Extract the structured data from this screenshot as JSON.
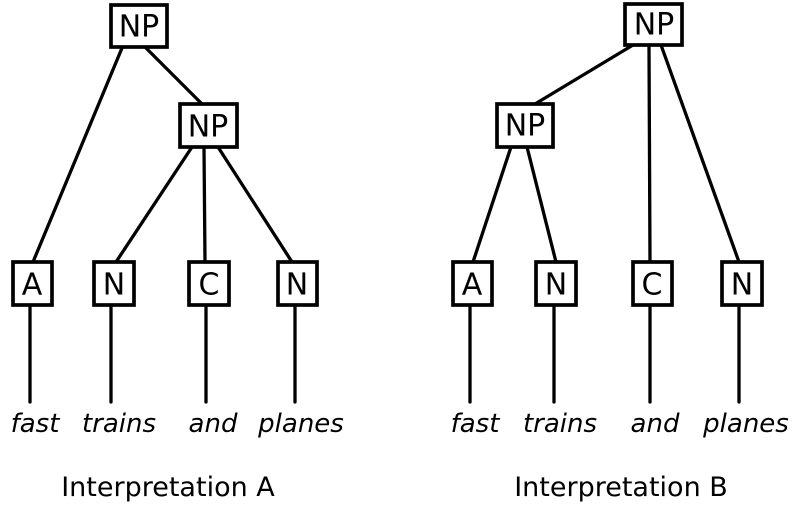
{
  "page": {
    "background": "#ffffff",
    "ink": "#000000"
  },
  "trees": [
    {
      "caption": "Interpretation A",
      "root_label": "NP",
      "inner_label": "NP",
      "leaves": [
        "A",
        "N",
        "C",
        "N"
      ],
      "words": [
        "fast",
        "trains",
        "and",
        "planes"
      ]
    },
    {
      "caption": "Interpretation B",
      "root_label": "NP",
      "inner_label": "NP",
      "leaves": [
        "A",
        "N",
        "C",
        "N"
      ],
      "words": [
        "fast",
        "trains",
        "and",
        "planes"
      ]
    }
  ]
}
